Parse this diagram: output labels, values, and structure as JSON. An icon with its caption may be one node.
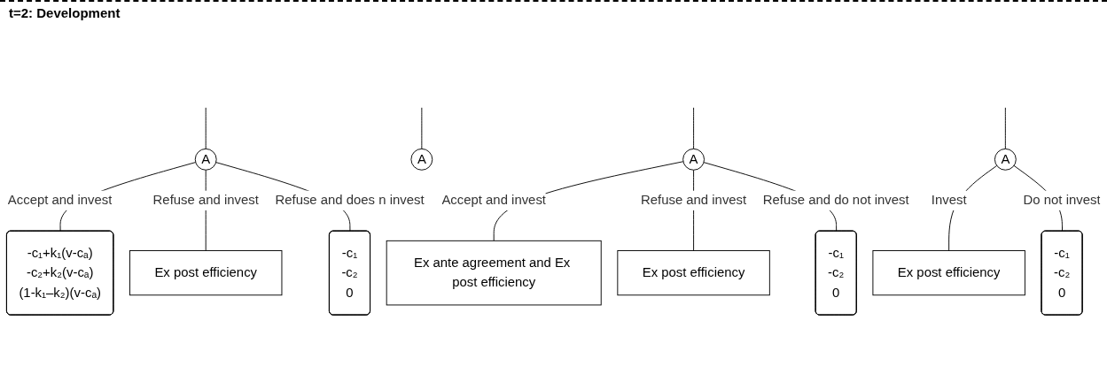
{
  "diagram": {
    "nodes": [
      {
        "text": [
          "A"
        ]
      },
      {
        "text": [
          "A"
        ]
      },
      {
        "text": [
          "A"
        ]
      },
      {
        "text": [
          "A"
        ]
      },
      {
        "text": [
          "-c₁+k₁(v-cₐ)",
          "-c₂+k₂(v-cₐ)",
          "(1-k₁–k₂)(v-cₐ)"
        ]
      },
      {
        "text": [
          "Ex post efficiency"
        ]
      },
      {
        "text": [
          "-c₁",
          "-c₂",
          "0"
        ]
      },
      {
        "text": [
          "Ex ante agreement and Ex post efficiency"
        ]
      },
      {
        "text": [
          "Ex post efficiency"
        ]
      },
      {
        "text": [
          "-c₁",
          "-c₂",
          "0"
        ]
      },
      {
        "text": [
          "Ex post efficiency"
        ]
      },
      {
        "text": [
          "-c₁",
          "-c₂",
          "0"
        ]
      }
    ],
    "edges": [
      {
        "from": null,
        "to": 0,
        "arrow": "none"
      },
      {
        "from": null,
        "to": 1,
        "arrow": "none"
      },
      {
        "from": null,
        "to": 2,
        "arrow": "none"
      },
      {
        "from": null,
        "to": 3,
        "arrow": "none"
      },
      {
        "from": 0,
        "to": 4,
        "label": "Accept and invest",
        "arrow": "none"
      },
      {
        "from": 0,
        "to": 5,
        "label": "Refuse and invest",
        "arrow": "none"
      },
      {
        "from": 0,
        "to": 6,
        "label": "Refuse and does n invest",
        "arrow": "none"
      },
      {
        "from": 2,
        "to": 7,
        "label": "Accept and invest",
        "arrow": "none"
      },
      {
        "from": 2,
        "to": 8,
        "label": "Refuse and invest",
        "arrow": "none"
      },
      {
        "from": 2,
        "to": 9,
        "label": "Refuse and do not invest",
        "arrow": "none"
      },
      {
        "from": 3,
        "to": 10,
        "label": "Invest",
        "arrow": "none"
      },
      {
        "from": 3,
        "to": 11,
        "label": "Do not invest",
        "arrow": "none"
      }
    ],
    "labels": [
      "t=2: Development"
    ]
  }
}
